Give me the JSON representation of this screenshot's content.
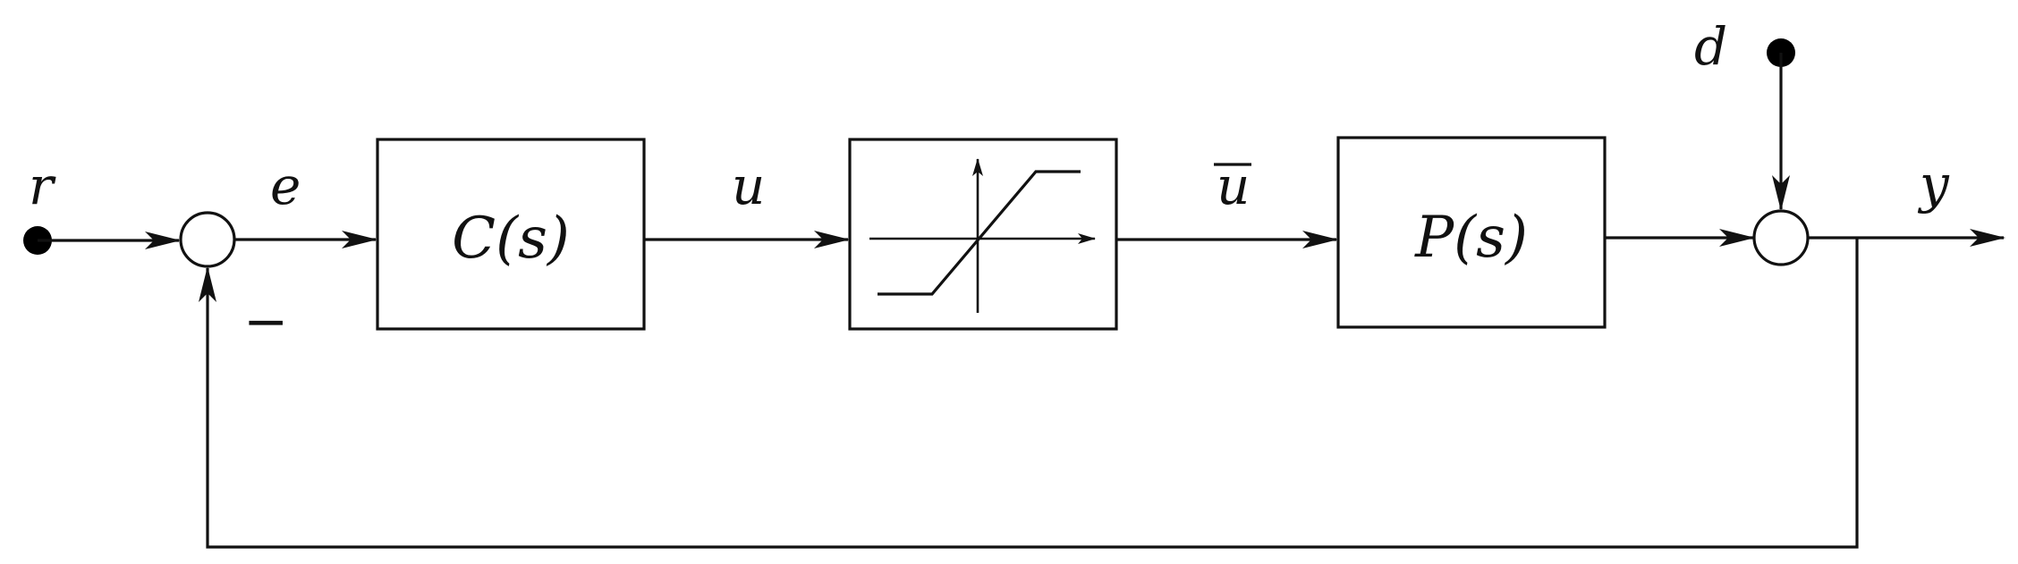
{
  "signals": {
    "reference": "r",
    "error": "e",
    "control": "u",
    "saturated_control": "u",
    "disturbance": "d",
    "output": "y",
    "feedback_sign": "−"
  },
  "blocks": {
    "controller": "C(s)",
    "saturation": "",
    "plant": "P(s)"
  }
}
